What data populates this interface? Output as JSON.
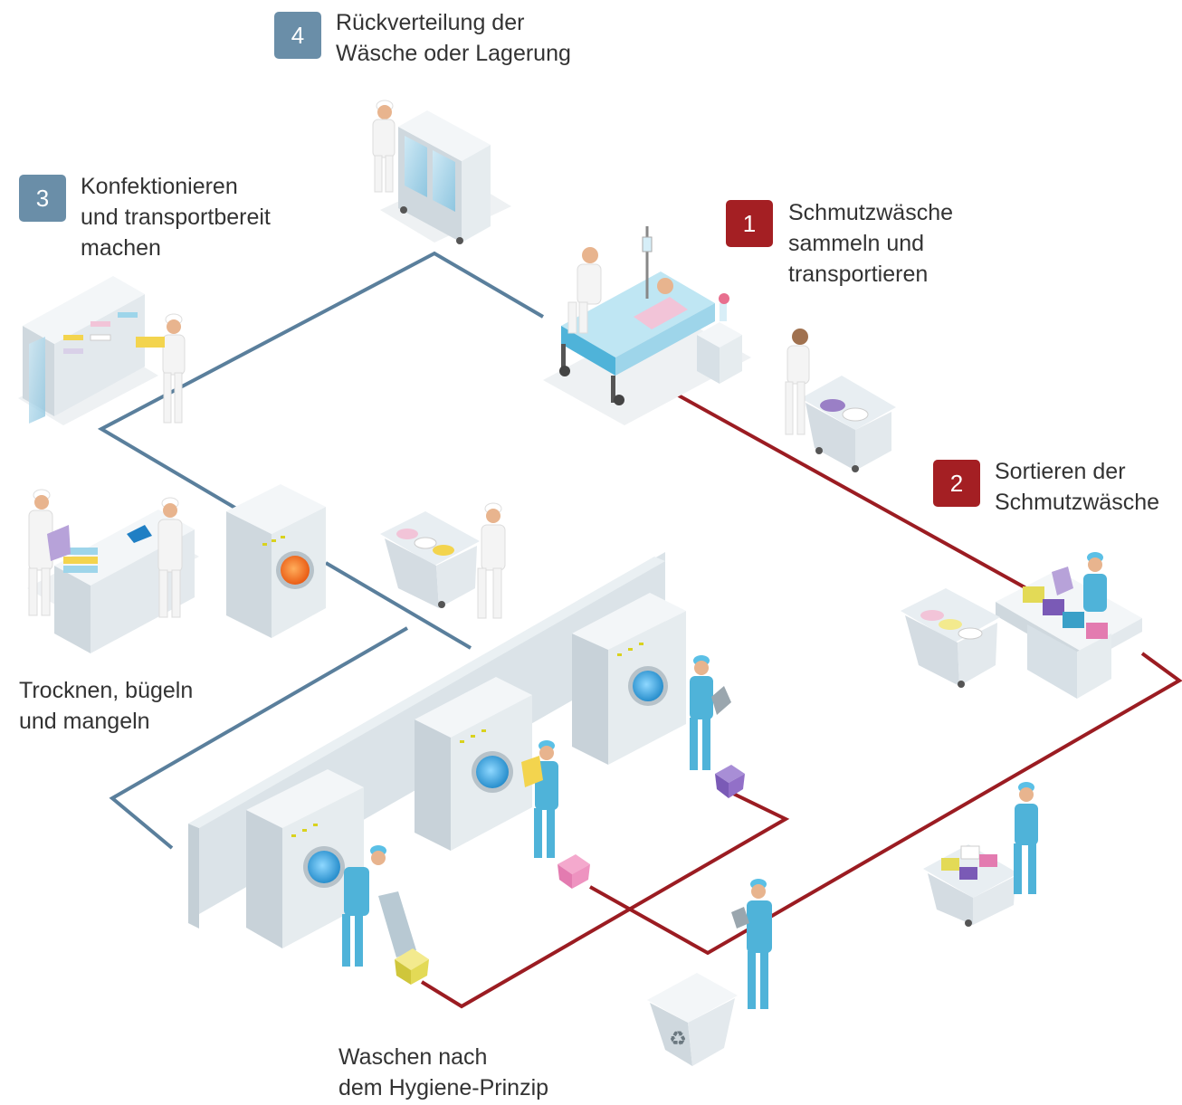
{
  "colors": {
    "clean_path": "#5a7f9c",
    "dirty_path": "#9b1c22",
    "badge_blue": "#6a8ea8",
    "badge_red": "#a41f23",
    "text": "#333333",
    "staff_blue": "#4fb3d9",
    "staff_white": "#f2f2f2",
    "machine": "#d7e0e6",
    "porthole_blue": "#3aa9e0",
    "porthole_orange": "#f26a1b"
  },
  "steps": [
    {
      "number": "1",
      "lines": [
        "Schmutzwäsche",
        "sammeln und",
        "transportieren"
      ]
    },
    {
      "number": "2",
      "lines": [
        "Sortieren der",
        "Schmutzwäsche"
      ]
    },
    {
      "number": "3",
      "lines": [
        "Konfektionieren",
        "und transportbereit",
        "machen"
      ]
    },
    {
      "number": "4",
      "lines": [
        "Rückverteilung der",
        "Wäsche oder Lagerung"
      ]
    }
  ],
  "captions": {
    "drying": [
      "Trocknen, bügeln",
      "und mangeln"
    ],
    "washing": [
      "Waschen nach",
      "dem Hygiene-Prinzip"
    ]
  },
  "icons": {
    "trash_bin": "recycle-icon"
  }
}
